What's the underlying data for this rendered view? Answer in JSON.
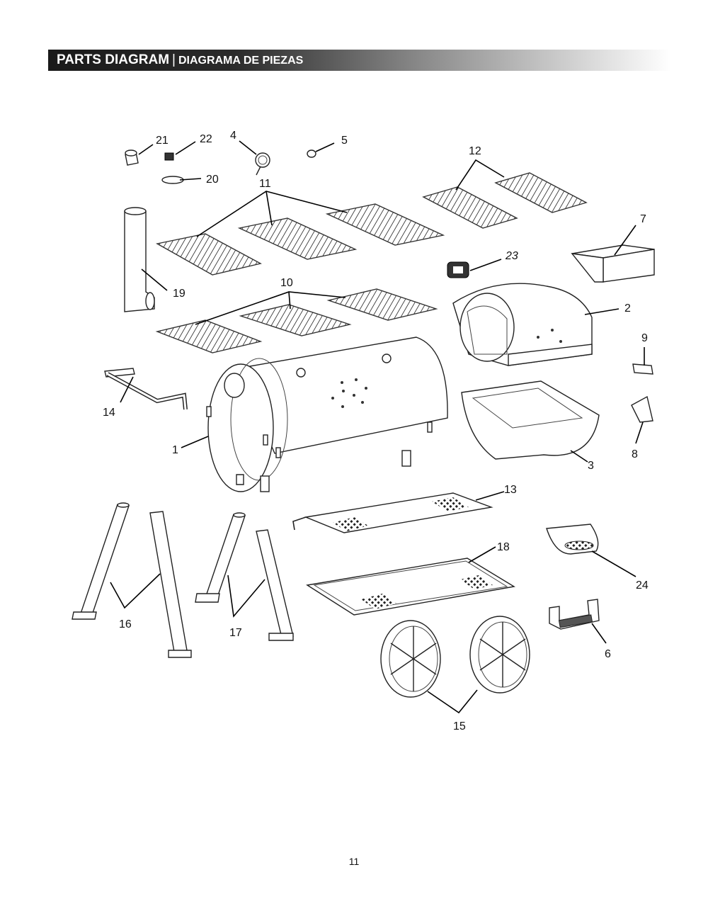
{
  "header": {
    "title": "PARTS DIAGRAM",
    "separator": "|",
    "subtitle": "DIAGRAMA DE PIEZAS"
  },
  "parts": [
    {
      "id": "1",
      "label": "1"
    },
    {
      "id": "2",
      "label": "2"
    },
    {
      "id": "3",
      "label": "3"
    },
    {
      "id": "4",
      "label": "4"
    },
    {
      "id": "5",
      "label": "5"
    },
    {
      "id": "6",
      "label": "6"
    },
    {
      "id": "7",
      "label": "7"
    },
    {
      "id": "8",
      "label": "8"
    },
    {
      "id": "9",
      "label": "9"
    },
    {
      "id": "10",
      "label": "10"
    },
    {
      "id": "11",
      "label": "11"
    },
    {
      "id": "12",
      "label": "12"
    },
    {
      "id": "13",
      "label": "13"
    },
    {
      "id": "14",
      "label": "14"
    },
    {
      "id": "15",
      "label": "15"
    },
    {
      "id": "16",
      "label": "16"
    },
    {
      "id": "17",
      "label": "17"
    },
    {
      "id": "18",
      "label": "18"
    },
    {
      "id": "19",
      "label": "19"
    },
    {
      "id": "20",
      "label": "20"
    },
    {
      "id": "21",
      "label": "21"
    },
    {
      "id": "22",
      "label": "22"
    },
    {
      "id": "23",
      "label": "23"
    },
    {
      "id": "24",
      "label": "24"
    }
  ],
  "page_number": "11"
}
